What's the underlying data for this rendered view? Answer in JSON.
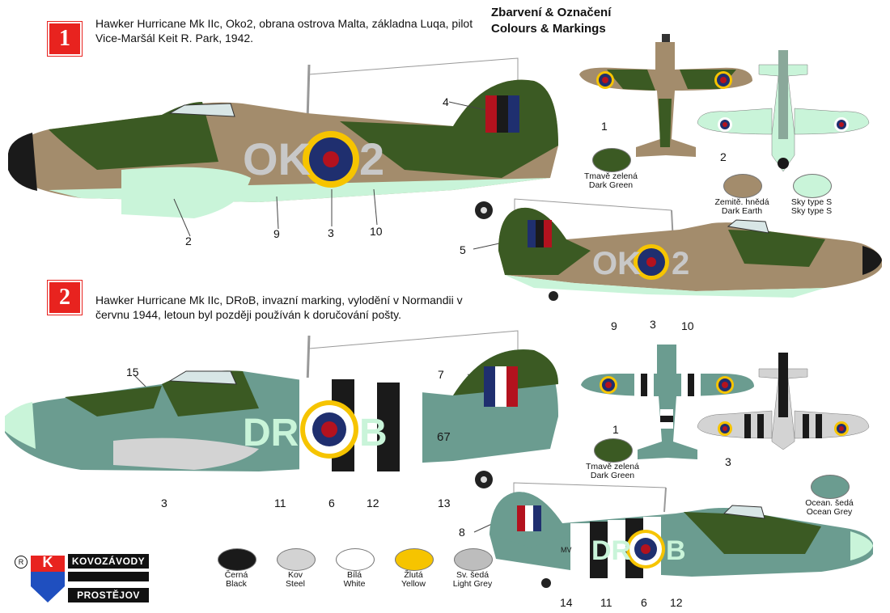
{
  "header": {
    "title_cz": "Zbarvení & Označení",
    "title_en": "Colours & Markings"
  },
  "scheme1": {
    "number": "1",
    "description": "Hawker Hurricane Mk IIc, Oko2, obrana ostrova Malta, základna Luqa, pilot Vice-Maršál Keit R. Park, 1942.",
    "code": "OK",
    "code_letter": "2",
    "callouts": {
      "c4": "4",
      "c2": "2",
      "c9": "9",
      "c3": "3",
      "c10": "10",
      "c1": "1",
      "c2b": "2",
      "c5": "5",
      "c9b": "9",
      "c3b": "3",
      "c10b": "10"
    }
  },
  "scheme2": {
    "number": "2",
    "description": "Hawker Hurricane Mk IIc, DRoB, invazní marking, vylodění v Normandii v červnu 1944, letoun byl později používán k doručování pošty.",
    "code_left": "DR",
    "code_right": "B",
    "serial": "67",
    "side_text": "MV",
    "callouts": {
      "c15": "15",
      "c7": "7",
      "c3": "3",
      "c11": "11",
      "c6": "6",
      "c12": "12",
      "c13": "13",
      "c1": "1",
      "c3b": "3",
      "c8": "8",
      "c14": "14",
      "c11b": "11",
      "c6b": "6",
      "c12b": "12"
    }
  },
  "swatches1": [
    {
      "cz": "Tmavě zelená",
      "en": "Dark Green",
      "color": "#3b5a23"
    },
    {
      "cz": "Zemitě. hnědá",
      "en": "Dark Earth",
      "color": "#a38c6c"
    },
    {
      "cz": "Sky type S",
      "en": "Sky type S",
      "color": "#c9f4d9"
    }
  ],
  "swatches2": [
    {
      "cz": "Tmavě zelená",
      "en": "Dark Green",
      "color": "#3b5a23"
    },
    {
      "cz": "Ocean. šedá",
      "en": "Ocean Grey",
      "color": "#6b9c90"
    }
  ],
  "paints": [
    {
      "cz": "Černá",
      "en": "Black",
      "color": "#1a1a1a"
    },
    {
      "cz": "Kov",
      "en": "Steel",
      "color": "#d3d3d3"
    },
    {
      "cz": "Bílá",
      "en": "White",
      "color": "#ffffff"
    },
    {
      "cz": "Žlutá",
      "en": "Yellow",
      "color": "#f6c400"
    },
    {
      "cz": "Sv. šedá",
      "en": "Light Grey",
      "color": "#bdbdbd"
    }
  ],
  "logo": {
    "top": "KOVOZÁVODY",
    "bottom": "PROSTĚJOV",
    "letter": "K",
    "reg": "R"
  }
}
